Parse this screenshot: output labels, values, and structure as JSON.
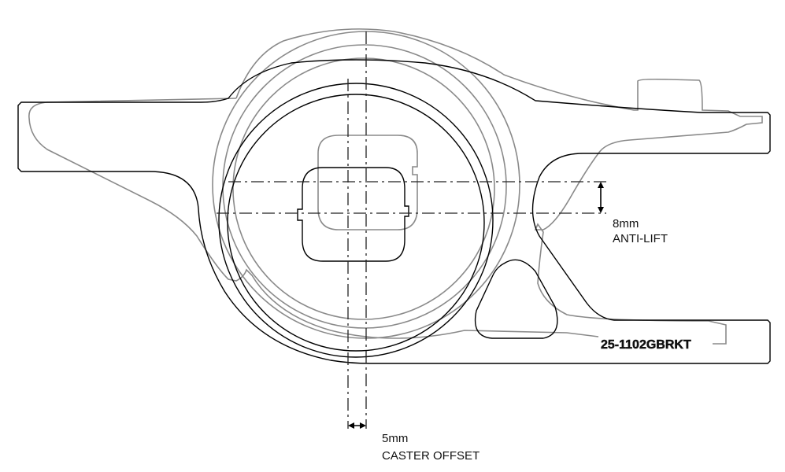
{
  "annotations": {
    "anti_lift_value": "8mm",
    "anti_lift_label": "ANTI-LIFT",
    "caster_value": "5mm",
    "caster_label": "CASTER OFFSET",
    "part_number": "25-1102GBRKT"
  },
  "colors": {
    "modified_outline": "#000000",
    "original_outline": "#8a8a8a"
  }
}
